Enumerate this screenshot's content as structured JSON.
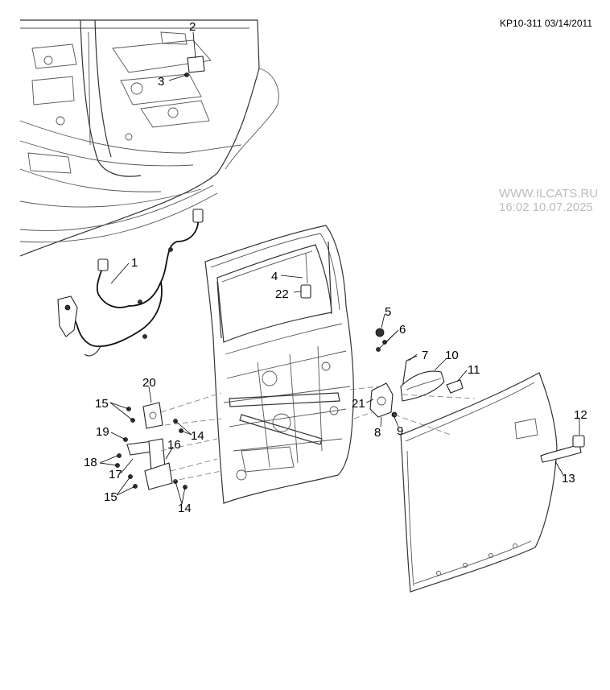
{
  "header": {
    "code": "KP10-311 03/14/2011"
  },
  "watermark": {
    "line1": "WWW.ILCATS.RU",
    "line2": "16:02 10.07.2025"
  },
  "callouts": [
    {
      "id": "c1",
      "label": "1"
    },
    {
      "id": "c2",
      "label": "2"
    },
    {
      "id": "c3",
      "label": "3"
    },
    {
      "id": "c4",
      "label": "4"
    },
    {
      "id": "c5",
      "label": "5"
    },
    {
      "id": "c6",
      "label": "6"
    },
    {
      "id": "c7",
      "label": "7"
    },
    {
      "id": "c8",
      "label": "8"
    },
    {
      "id": "c9",
      "label": "9"
    },
    {
      "id": "c10",
      "label": "10"
    },
    {
      "id": "c11",
      "label": "11"
    },
    {
      "id": "c12",
      "label": "12"
    },
    {
      "id": "c13",
      "label": "13"
    },
    {
      "id": "c14a",
      "label": "14"
    },
    {
      "id": "c14b",
      "label": "14"
    },
    {
      "id": "c15a",
      "label": "15"
    },
    {
      "id": "c15b",
      "label": "15"
    },
    {
      "id": "c16",
      "label": "16"
    },
    {
      "id": "c17",
      "label": "17"
    },
    {
      "id": "c18",
      "label": "18"
    },
    {
      "id": "c19",
      "label": "19"
    },
    {
      "id": "c20",
      "label": "20"
    },
    {
      "id": "c21",
      "label": "21"
    },
    {
      "id": "c22",
      "label": "22"
    }
  ]
}
